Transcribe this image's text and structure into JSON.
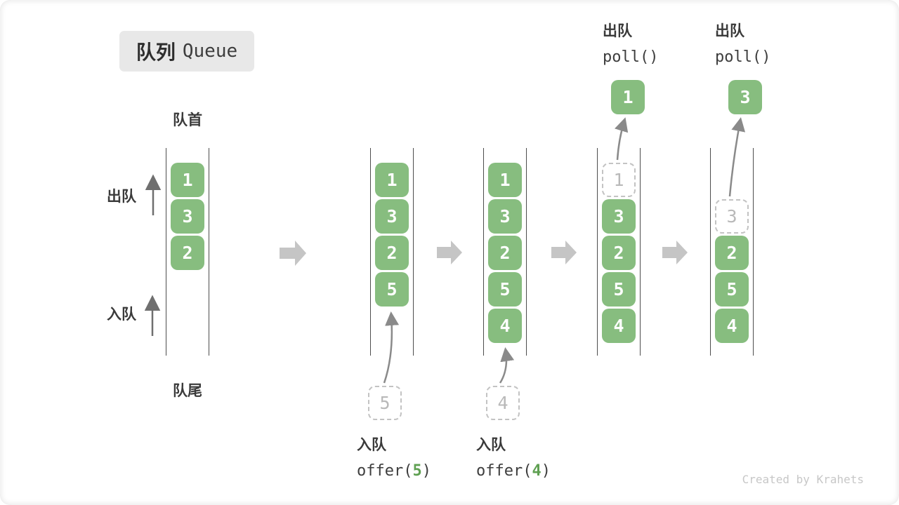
{
  "title": {
    "cn": "队列",
    "en": "Queue"
  },
  "side_labels": {
    "front": "队首",
    "rear": "队尾",
    "dequeue": "出队",
    "enqueue": "入队"
  },
  "colors": {
    "block_green": "#87BD7F",
    "accent_green": "#5FA052",
    "flow_arrow_gray": "#C5C5C5",
    "dashed_gray": "#C3C3C3",
    "text_dark": "#3A3A3A"
  },
  "states": [
    {
      "blocks": [
        {
          "value": "1"
        },
        {
          "value": "3"
        },
        {
          "value": "2"
        }
      ]
    },
    {
      "blocks": [
        {
          "value": "1"
        },
        {
          "value": "3"
        },
        {
          "value": "2"
        },
        {
          "value": "5"
        }
      ],
      "incoming_value": "5"
    },
    {
      "blocks": [
        {
          "value": "1"
        },
        {
          "value": "3"
        },
        {
          "value": "2"
        },
        {
          "value": "5"
        },
        {
          "value": "4"
        }
      ],
      "incoming_value": "4"
    },
    {
      "blocks": [
        {
          "value": "1",
          "dashed": true
        },
        {
          "value": "3"
        },
        {
          "value": "2"
        },
        {
          "value": "5"
        },
        {
          "value": "4"
        }
      ],
      "popped_value": "1"
    },
    {
      "blocks": [
        {
          "value": "3",
          "dashed": true
        },
        {
          "value": "2"
        },
        {
          "value": "5"
        },
        {
          "value": "4"
        }
      ],
      "popped_value": "3"
    }
  ],
  "annotations": {
    "enqueue_5": {
      "action": "入队",
      "call_pre": "offer(",
      "call_arg": "5",
      "call_post": ")"
    },
    "enqueue_4": {
      "action": "入队",
      "call_pre": "offer(",
      "call_arg": "4",
      "call_post": ")"
    },
    "dequeue_1": {
      "action": "出队",
      "call": "poll()"
    },
    "dequeue_2": {
      "action": "出队",
      "call": "poll()"
    }
  },
  "watermark": "Created by Krahets"
}
